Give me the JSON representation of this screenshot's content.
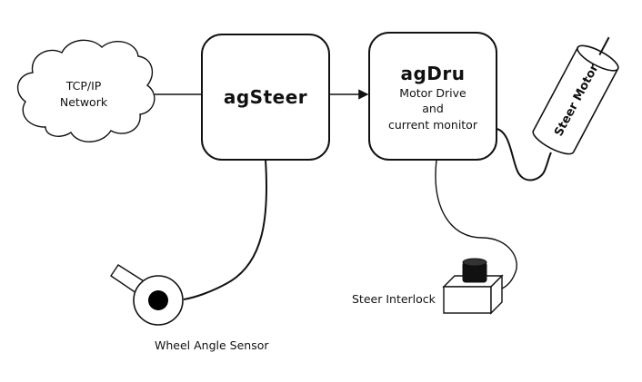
{
  "diagram": {
    "cloud": {
      "line1": "TCP/IP",
      "line2": "Network"
    },
    "agsteer": {
      "title": "agSteer"
    },
    "agdru": {
      "title": "agDru",
      "line1": "Motor Drive",
      "line2": "and",
      "line3": "current monitor"
    },
    "motor": {
      "label": "Steer Motor"
    },
    "interlock": {
      "label": "Steer Interlock"
    },
    "sensor": {
      "label": "Wheel Angle Sensor"
    }
  },
  "colors": {
    "stroke": "#111111",
    "fill": "#ffffff",
    "knob": "#000000"
  }
}
